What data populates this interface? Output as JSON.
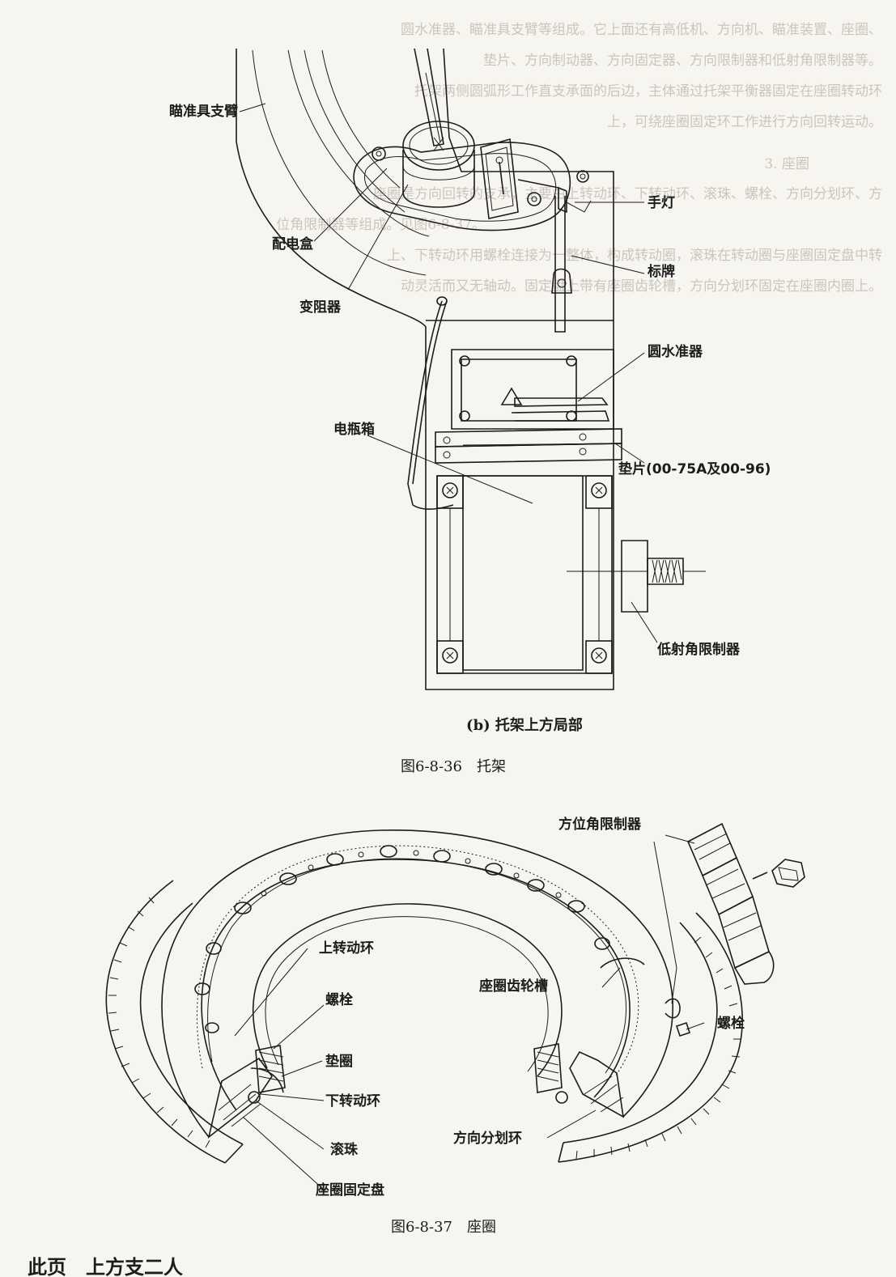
{
  "bleed_text": {
    "lines": [
      "圆水准器、瞄准具支臂等组成。它上面还有高低机、方向机、瞄准装置、座圈、",
      "垫片、方向制动器、方向固定器、方向限制器和低射角限制器等。",
      "托架两侧圆弧形工作直支承面的后边，主体通过托架平衡器固定在座圈转动环",
      "上，可绕座圈固定环工作进行方向回转运动。",
      "3. 座圈",
      "座圈是方向回转的支承，主要由上转动环、下转动环、滚珠、螺栓、方向分划环、方",
      "位角限制器等组成。见图6-8-37。",
      "上、下转动环用螺栓连接为一整体，构成转动圈，滚珠在转动圈与座圈固定盘中转",
      "动灵活而又无轴动。固定盘上带有座圈齿轮槽，方向分划环固定在座圈内圈上。"
    ]
  },
  "figure_36": {
    "labels": {
      "support_arm": "瞄准具支臂",
      "hand_lamp": "手灯",
      "junction_box": "配电盒",
      "nameplate": "标牌",
      "rheostat": "变阻器",
      "circular_level": "圆水准器",
      "battery_box": "电瓶箱",
      "shim": "垫片(00-75A及00-96)",
      "low_angle_limiter": "低射角限制器"
    },
    "subcaption": "(b) 托架上方局部",
    "caption": "图6-8-36　托架"
  },
  "figure_37": {
    "labels": {
      "azimuth_limiter": "方位角限制器",
      "upper_ring": "上转动环",
      "bolt_left": "螺栓",
      "race_gear_slot": "座圈齿轮槽",
      "bolt_right": "螺栓",
      "washer": "垫圈",
      "lower_ring": "下转动环",
      "ball": "滚珠",
      "direction_scale_ring": "方向分划环",
      "race_fixed_plate": "座圈固定盘"
    },
    "caption": "图6-8-37　座圈"
  },
  "footer_fragment": "此页　上方支二人"
}
